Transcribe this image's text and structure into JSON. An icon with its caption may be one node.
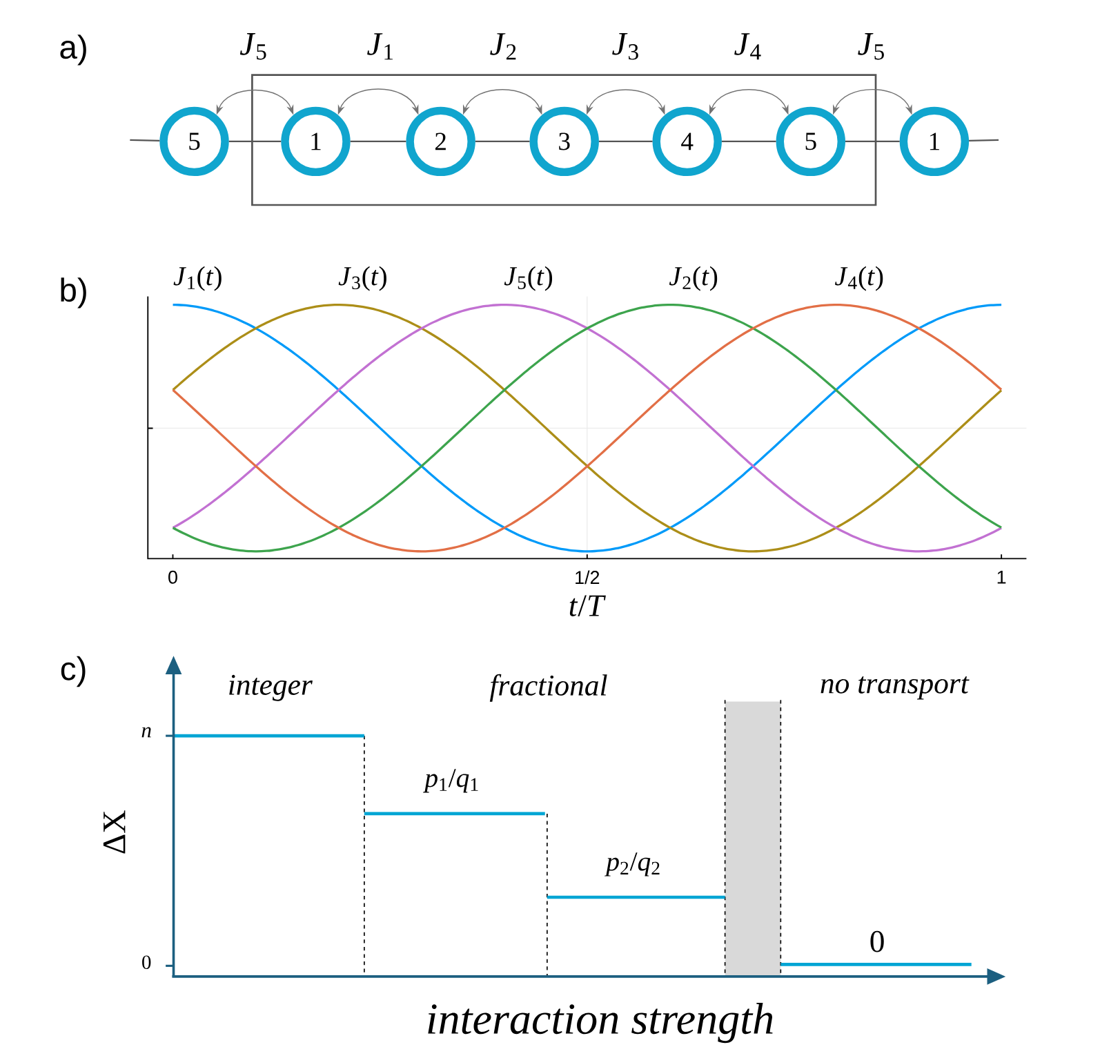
{
  "diagram": {
    "nodes": [
      {
        "text": [],
        "shape": "box"
      },
      {
        "text": [
          "5"
        ]
      },
      {
        "text": [
          "1"
        ],
        "in": 0
      },
      {
        "text": [
          "2"
        ],
        "in": 0
      },
      {
        "text": [
          "3"
        ],
        "in": 0
      },
      {
        "text": [
          "4"
        ],
        "in": 0
      },
      {
        "text": [
          "5"
        ],
        "in": 0
      },
      {
        "text": [
          "1"
        ]
      }
    ],
    "edges": [
      {
        "from": null,
        "to": 1,
        "arrow": "none"
      },
      {
        "from": 1,
        "to": 2,
        "arrow": "none"
      },
      {
        "from": 2,
        "to": 3,
        "arrow": "none"
      },
      {
        "from": 3,
        "to": 4,
        "arrow": "none"
      },
      {
        "from": 4,
        "to": 5,
        "arrow": "none"
      },
      {
        "from": 5,
        "to": 6,
        "arrow": "none"
      },
      {
        "from": 6,
        "to": 7,
        "arrow": "none"
      },
      {
        "from": 7,
        "to": null,
        "arrow": "none"
      },
      {
        "from": 1,
        "to": 2,
        "arrow": "both",
        "label": "*J*$_{5}$"
      },
      {
        "from": 2,
        "to": 3,
        "arrow": "both",
        "label": "*J*$_{1}$"
      },
      {
        "from": 3,
        "to": 4,
        "arrow": "both",
        "label": "*J*$_{2}$"
      },
      {
        "from": 4,
        "to": 5,
        "arrow": "both",
        "label": "*J*$_{3}$"
      },
      {
        "from": 5,
        "to": 6,
        "arrow": "both",
        "label": "*J*$_{4}$"
      },
      {
        "from": 6,
        "to": 7,
        "arrow": "both",
        "label": "*J*$_{5}$"
      }
    ],
    "labels": [
      "a)",
      "b)",
      "*J*$_{1}$(*t*)",
      "*J*$_{3}$(*t*)",
      "*J*$_{5}$(*t*)",
      "*J*$_{2}$(*t*)",
      "*J*$_{4}$(*t*)",
      "0",
      "1/2",
      "1",
      "*t*/*T*",
      "c)",
      "integer",
      "fractional",
      "no transport",
      "n",
      "*p*$_{1}$/*q*$_{1}$",
      "ΔX",
      "*p*$_{2}$/*q*$_{2}$",
      "0",
      "0",
      "interaction strength"
    ]
  }
}
